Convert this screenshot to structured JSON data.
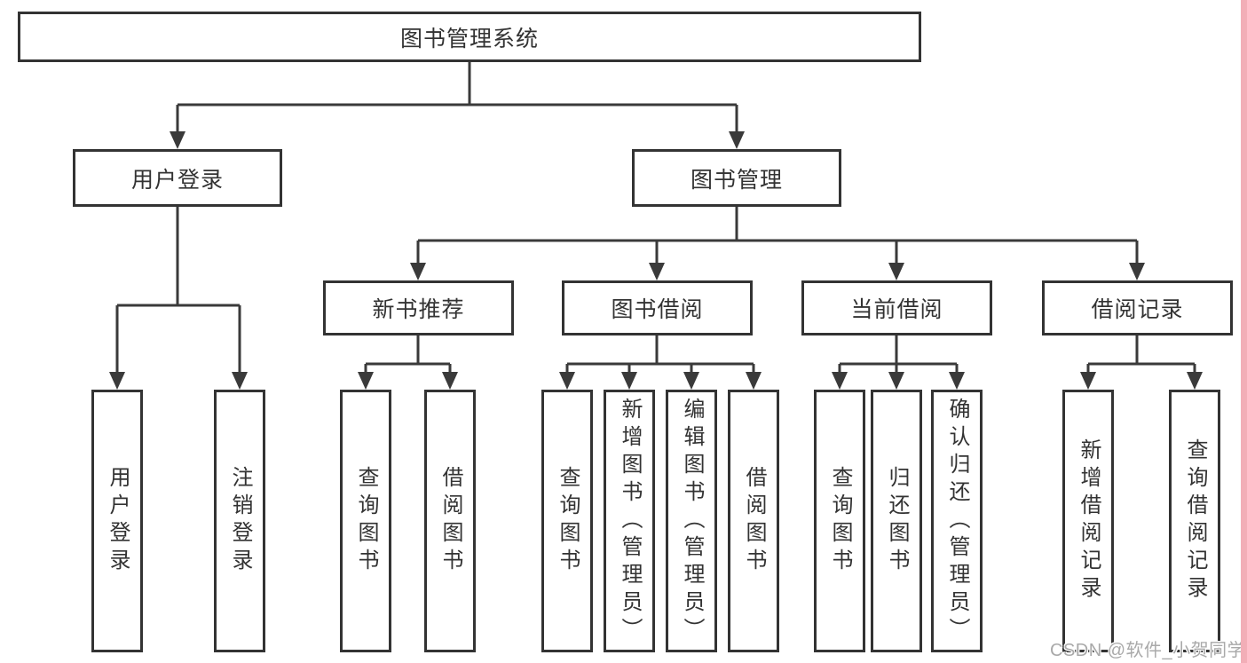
{
  "diagram": {
    "root": {
      "label": "图书管理系统"
    },
    "branches": [
      {
        "label": "用户登录",
        "leaves": [
          "用户登录",
          "注销登录"
        ]
      },
      {
        "label": "图书管理",
        "groups": [
          {
            "label": "新书推荐",
            "leaves": [
              "查询图书",
              "借阅图书"
            ]
          },
          {
            "label": "图书借阅",
            "leaves": [
              "查询图书",
              "新增图书（管理员）",
              "编辑图书（管理员）",
              "借阅图书"
            ]
          },
          {
            "label": "当前借阅",
            "leaves": [
              "查询图书",
              "归还图书",
              "确认归还（管理员）"
            ]
          },
          {
            "label": "借阅记录",
            "leaves": [
              "新增借阅记录",
              "查询借阅记录"
            ]
          }
        ]
      }
    ]
  },
  "watermark": {
    "text": "CSDN @软件_小贺同学"
  },
  "colors": {
    "line": "#3a3a3a",
    "box_border": "#333333",
    "text": "#333333",
    "watermark_text": "#a9a9a9",
    "right_strip": "#f2aeb7",
    "background": "#ffffff"
  }
}
